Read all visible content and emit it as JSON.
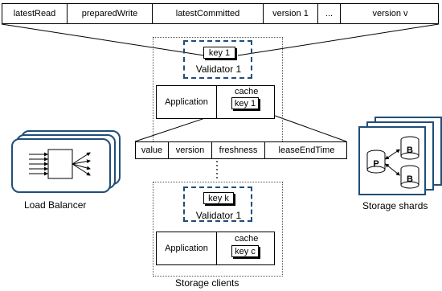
{
  "top_record": {
    "fields": [
      "latestRead",
      "preparedWrite",
      "latestCommitted",
      "version 1",
      "...",
      "version v"
    ]
  },
  "cache_record": {
    "fields": [
      "value",
      "version",
      "freshness",
      "leaseEndTime"
    ]
  },
  "client1": {
    "key_label": "key 1",
    "validator_label": "Validator 1",
    "app_label": "Application",
    "cache_label": "cache",
    "cache_key_label": "key 1"
  },
  "client2": {
    "key_label": "key k",
    "validator_label": "Validator 1",
    "app_label": "Application",
    "cache_label": "cache",
    "cache_key_label": "key c"
  },
  "load_balancer": {
    "label": "Load Balancer"
  },
  "storage_shards": {
    "label": "Storage shards",
    "nodes": {
      "primary": "P",
      "backup_top": "B",
      "backup_bottom": "B"
    }
  },
  "storage_clients_label": "Storage clients",
  "colors": {
    "accent": "#1f4e79"
  }
}
